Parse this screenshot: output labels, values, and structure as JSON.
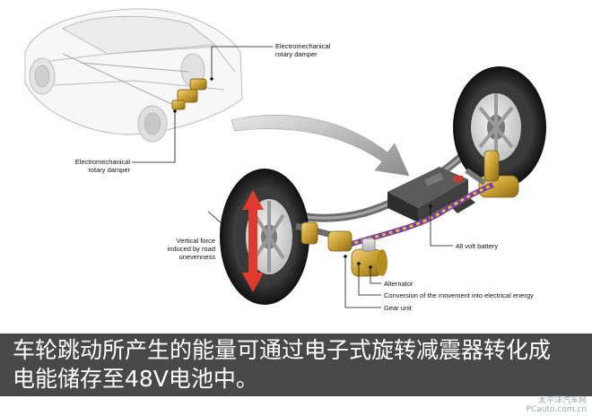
{
  "labels": {
    "damper_top": [
      "Electromechanical",
      "rotary damper"
    ],
    "damper_left": [
      "Electromechanical",
      "rotary damper"
    ],
    "vertical_force": [
      "Vertical force",
      "induced by road",
      "unevenness"
    ],
    "battery": "48 volt battery",
    "alternator": "Alternator",
    "conversion": "Conversion of the movement into electrical energy",
    "gear_unit": "Gear unit"
  },
  "caption": {
    "line1": "车轮跳动所产生的能量可通过电子式旋转减震器转化成",
    "line2": "电能储存至48V电池中。"
  },
  "watermark": {
    "line1": "太平洋汽车网",
    "line2": "PCauto.com.cn"
  },
  "colors": {
    "force_arrow": "#e03a2e",
    "damper_gold": "#c9a032",
    "cable_purple": "#7a3fa0",
    "cable_yellow": "#d9c23a",
    "flow_arrow": "#9a9a9a",
    "caption_bg": "#1a1a1a",
    "caption_text": "#ffffff",
    "watermark": "#9aa3ad"
  },
  "icons": [
    "car-illustration",
    "wheel-illustration",
    "damper-illustration",
    "battery-illustration",
    "force-arrow-icon"
  ]
}
